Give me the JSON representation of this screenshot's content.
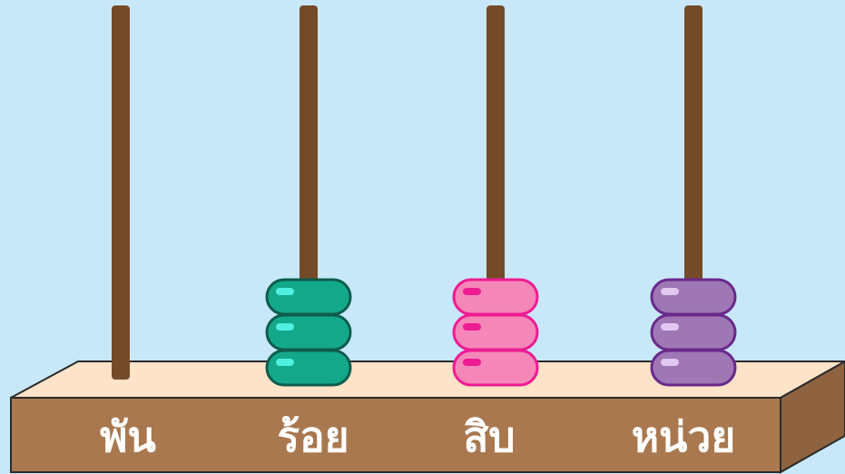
{
  "colors": {
    "background": "#c8e8fa",
    "rod": "#744b29",
    "base_top": "#fde3c8",
    "base_front": "#a9784f",
    "base_side": "#8f6240",
    "label_text": "#ffffff"
  },
  "columns": [
    {
      "label": "พัน",
      "count": 0,
      "bead_fill": "#14a88a",
      "bead_stroke": "#0d5c4d",
      "bead_shine": "#4ff0e0"
    },
    {
      "label": "ร้อย",
      "count": 3,
      "bead_fill": "#14a88a",
      "bead_stroke": "#0d5c4d",
      "bead_shine": "#4ff0e0"
    },
    {
      "label": "สิบ",
      "count": 3,
      "bead_fill": "#f487b8",
      "bead_stroke": "#ee1b93",
      "bead_shine": "#ee1b93"
    },
    {
      "label": "หน่วย",
      "count": 3,
      "bead_fill": "#9e77b4",
      "bead_stroke": "#6a2a8c",
      "bead_shine": "#e0c8f0"
    }
  ]
}
